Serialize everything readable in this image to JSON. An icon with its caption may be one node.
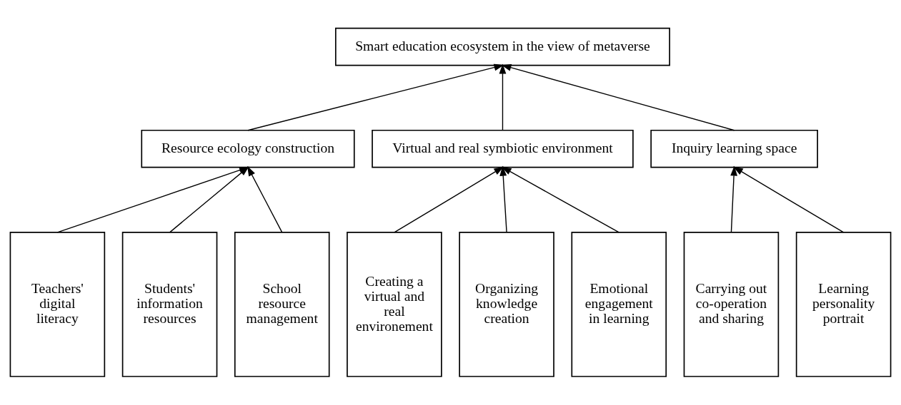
{
  "diagram": {
    "nodes": [
      {
        "text": [
          "Smart education ecosystem in the view of metaverse"
        ]
      },
      {
        "text": [
          "Resource ecology construction"
        ]
      },
      {
        "text": [
          "Virtual and real symbiotic environment"
        ]
      },
      {
        "text": [
          "Inquiry learning space"
        ]
      },
      {
        "text": [
          "Teachers' digital literacy"
        ]
      },
      {
        "text": [
          "Students' information resources"
        ]
      },
      {
        "text": [
          "School resource management"
        ]
      },
      {
        "text": [
          "Creating a virtual and real environement"
        ]
      },
      {
        "text": [
          "Organizing knowledge creation"
        ]
      },
      {
        "text": [
          "Emotional engagement in learning"
        ]
      },
      {
        "text": [
          "Carrying out co-operation and sharing"
        ]
      },
      {
        "text": [
          "Learning personality portrait"
        ]
      }
    ],
    "edges": [
      {
        "from": 1,
        "to": 0,
        "arrow": "to"
      },
      {
        "from": 2,
        "to": 0,
        "arrow": "to"
      },
      {
        "from": 3,
        "to": 0,
        "arrow": "to"
      },
      {
        "from": 4,
        "to": 1,
        "arrow": "to"
      },
      {
        "from": 5,
        "to": 1,
        "arrow": "to"
      },
      {
        "from": 6,
        "to": 1,
        "arrow": "to"
      },
      {
        "from": 7,
        "to": 2,
        "arrow": "to"
      },
      {
        "from": 8,
        "to": 2,
        "arrow": "to"
      },
      {
        "from": 9,
        "to": 2,
        "arrow": "to"
      },
      {
        "from": 10,
        "to": 3,
        "arrow": "to"
      },
      {
        "from": 11,
        "to": 3,
        "arrow": "to"
      }
    ]
  }
}
